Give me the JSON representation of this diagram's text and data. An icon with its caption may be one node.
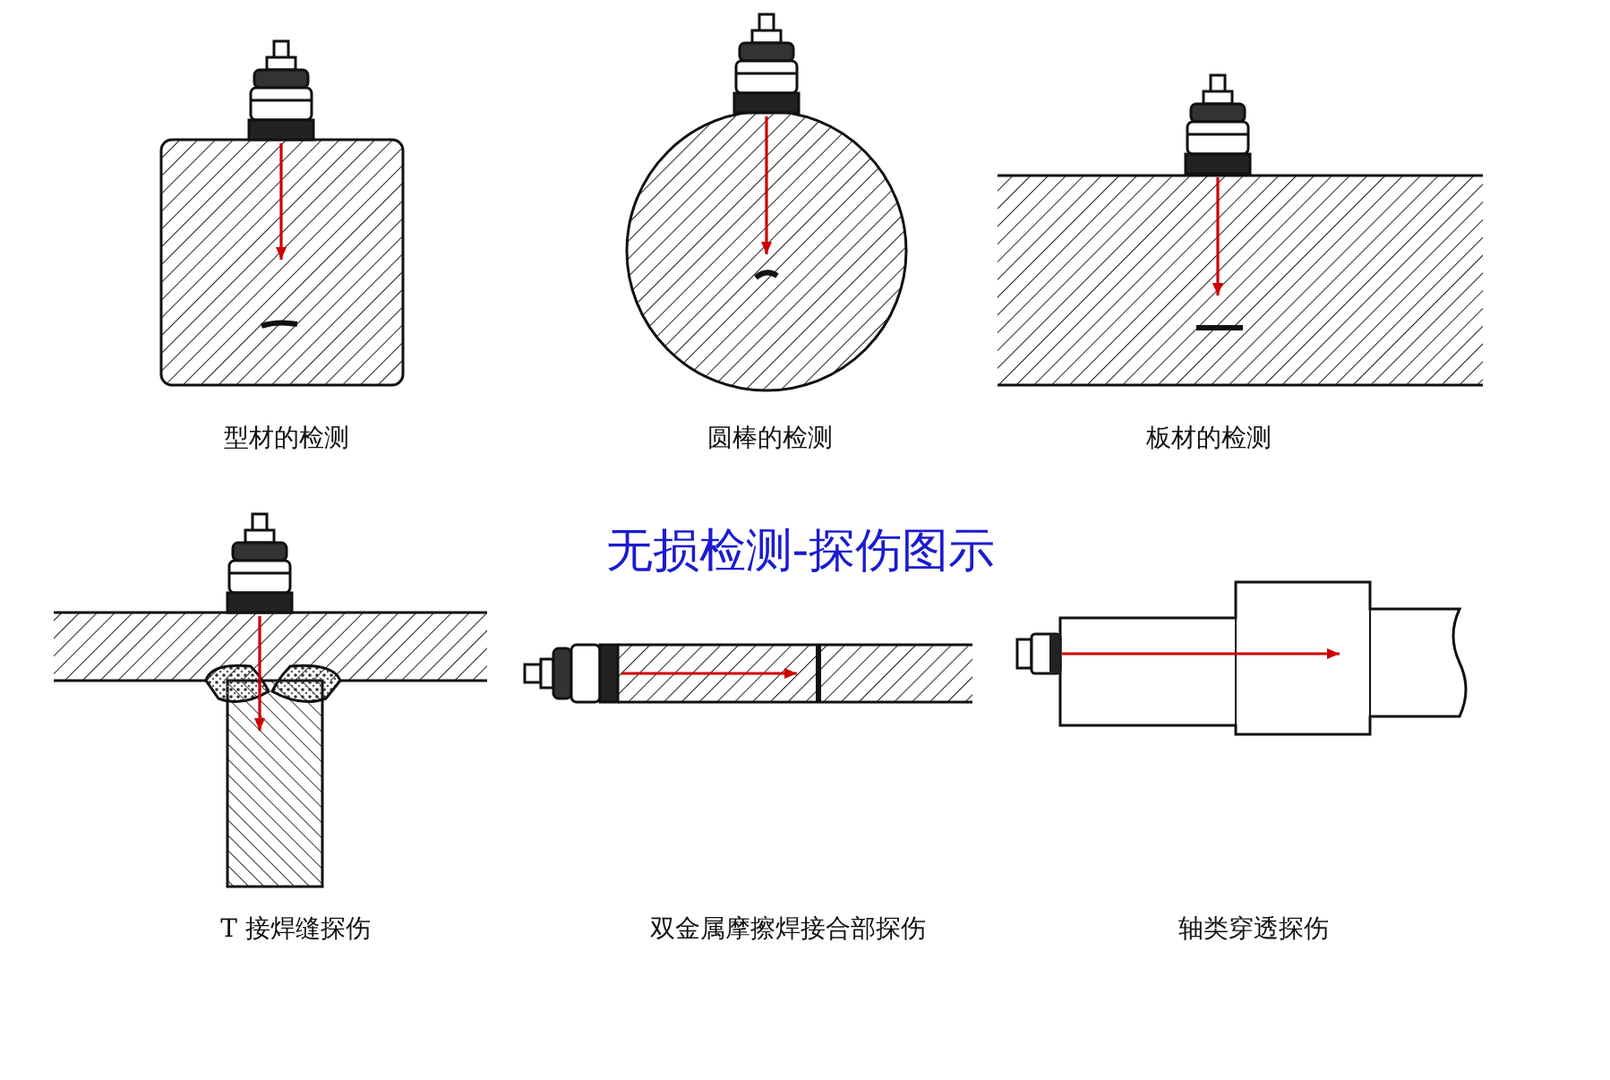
{
  "diagram": {
    "title": "无损检测-探伤图示",
    "labels": [
      "型材的检测",
      "圆棒的检测",
      "板材的检测",
      "T 接焊缝探伤",
      "双金属摩擦焊接合部探伤",
      "轴类穿透探伤"
    ]
  }
}
